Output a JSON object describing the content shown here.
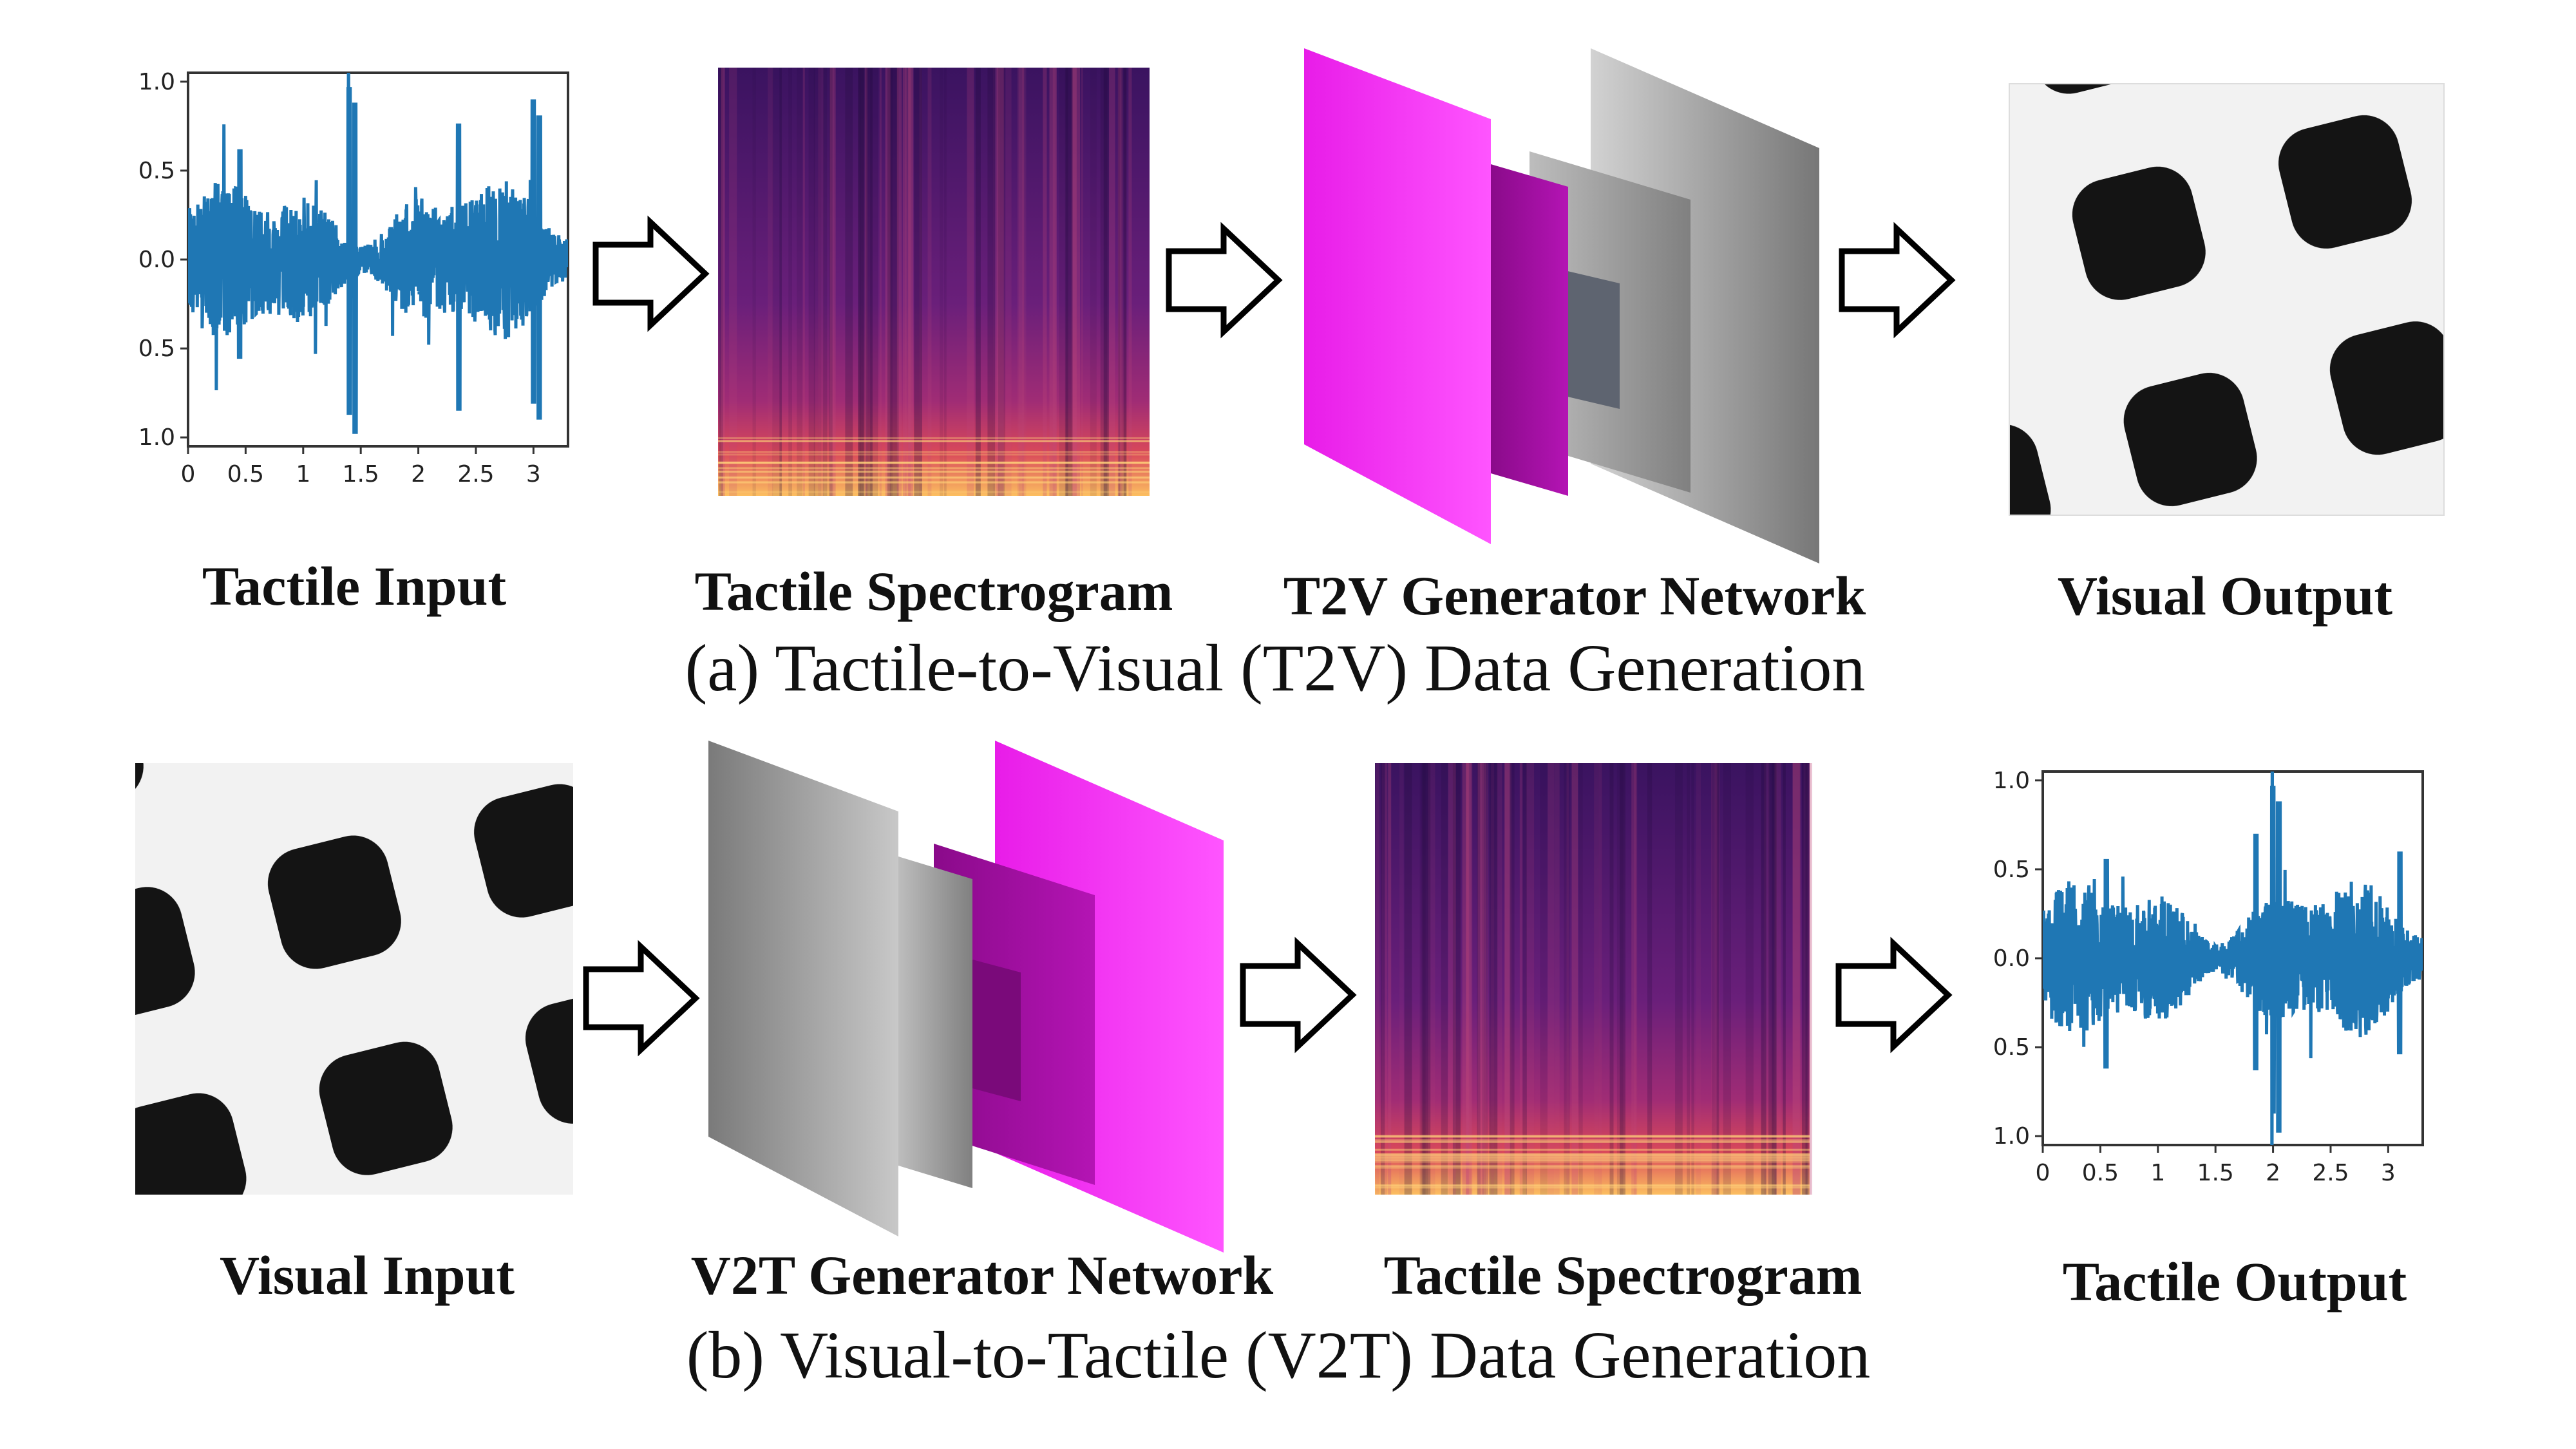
{
  "panels": {
    "a": {
      "caption": "(a) Tactile-to-Visual (T2V) Data Generation",
      "labels": {
        "tactile_input": "Tactile Input",
        "tactile_spectrogram": "Tactile Spectrogram",
        "generator": "T2V Generator Network",
        "visual_output": "Visual Output"
      }
    },
    "b": {
      "caption": "(b) Visual-to-Tactile (V2T) Data Generation",
      "labels": {
        "visual_input": "Visual Input",
        "generator": "V2T Generator Network",
        "tactile_spectrogram": "Tactile Spectrogram",
        "tactile_output": "Tactile Output"
      }
    }
  },
  "waveform_axes": {
    "x_ticks": [
      "0",
      "0.5",
      "1",
      "1.5",
      "2",
      "2.5",
      "3"
    ],
    "y_ticks": [
      "1.0",
      "0.5",
      "0.0",
      "0.5",
      "1.0"
    ],
    "xlim": [
      0,
      3.3
    ],
    "ylim": [
      -1.05,
      1.05
    ],
    "signal_color": "#1f77b4"
  },
  "colors": {
    "magenta": "#ee11ee",
    "dark_magenta": "#990099",
    "gray_light": "#c8c8c8",
    "gray_dark": "#707070",
    "spectrogram_base": "#4a1a7a",
    "spectrogram_hot": "#f7a35c"
  }
}
